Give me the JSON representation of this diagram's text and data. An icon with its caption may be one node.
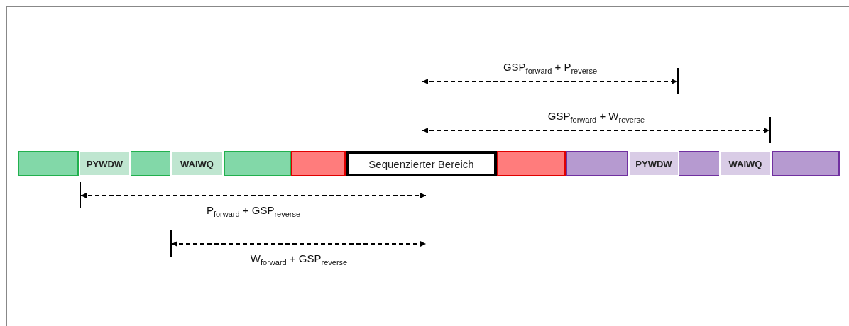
{
  "diagram": {
    "nodes": [
      {
        "text": [],
        "shape": "bar"
      },
      {
        "text": [
          "PYWDW"
        ]
      },
      {
        "text": [],
        "shape": "bar"
      },
      {
        "text": [
          "WAIWQ"
        ]
      },
      {
        "text": [],
        "shape": "bar"
      },
      {
        "text": [],
        "shape": "bar"
      },
      {
        "text": [
          "Sequenzierter Bereich"
        ]
      },
      {
        "text": [],
        "shape": "bar"
      },
      {
        "text": [],
        "shape": "bar"
      },
      {
        "text": [
          "PYWDW"
        ]
      },
      {
        "text": [],
        "shape": "bar"
      },
      {
        "text": [
          "WAIWQ"
        ]
      },
      {
        "text": [],
        "shape": "bar"
      }
    ],
    "edges": [],
    "labels": [
      "GSP$_{forward}$ + P$_{reverse}$",
      "GSP$_{forward}$ + W$_{reverse}$",
      "P$_{forward}$ + GSP$_{reverse}$",
      "W$_{forward}$ + GSP$_{reverse}$"
    ]
  }
}
